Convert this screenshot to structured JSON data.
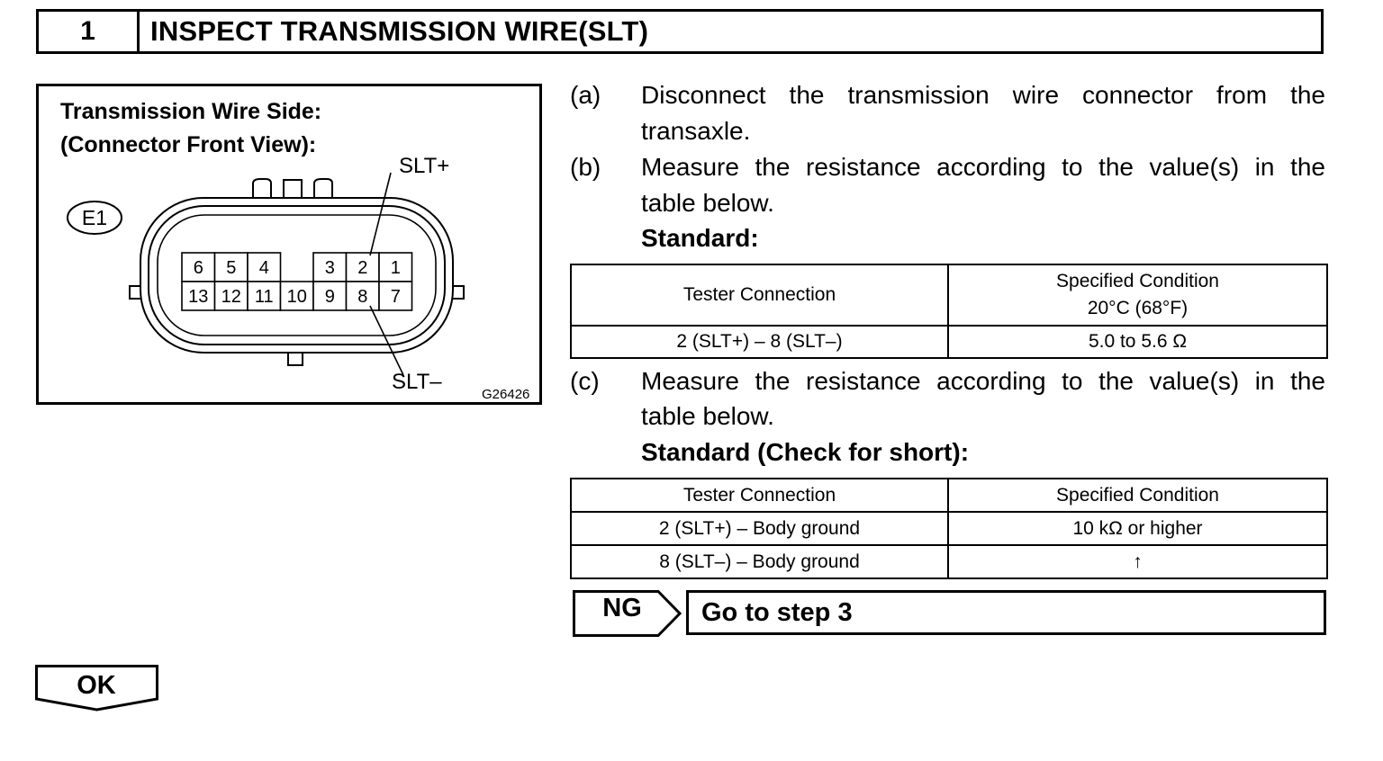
{
  "step": {
    "number": "1",
    "title": "INSPECT TRANSMISSION WIRE(SLT)"
  },
  "diagram": {
    "heading_line1": "Transmission Wire Side:",
    "heading_line2": "(Connector Front View):",
    "connector_id": "E1",
    "label_plus": "SLT+",
    "label_minus": "SLT–",
    "figure_code": "G26426",
    "pins_top": [
      "6",
      "5",
      "4",
      "",
      "3",
      "2",
      "1"
    ],
    "pins_bottom": [
      "13",
      "12",
      "11",
      "10",
      "9",
      "8",
      "7"
    ]
  },
  "instructions": {
    "a": {
      "letter": "(a)",
      "line1": "Disconnect the transmission wire connector from the",
      "line2": "transaxle."
    },
    "b": {
      "letter": "(b)",
      "line1": "Measure the resistance according to the value(s) in the",
      "line2": "table below.",
      "standard": "Standard:"
    },
    "c": {
      "letter": "(c)",
      "line1": "Measure the resistance according to the value(s) in the",
      "line2": "table below.",
      "standard": "Standard (Check for short):"
    }
  },
  "table1": {
    "header_connection": "Tester Connection",
    "header_condition_line1": "Specified Condition",
    "header_condition_line2": "20°C (68°F)",
    "row_connection": "2 (SLT+) – 8 (SLT–)",
    "row_condition": "5.0 to 5.6 Ω"
  },
  "table2": {
    "header_connection": "Tester Connection",
    "header_condition": "Specified Condition",
    "rows": [
      {
        "connection": "2 (SLT+) – Body ground",
        "condition": "10 kΩ or higher"
      },
      {
        "connection": "8 (SLT–) – Body ground",
        "condition": "↑"
      }
    ]
  },
  "ng": {
    "label": "NG",
    "action": "Go to step 3"
  },
  "ok": {
    "label": "OK"
  }
}
